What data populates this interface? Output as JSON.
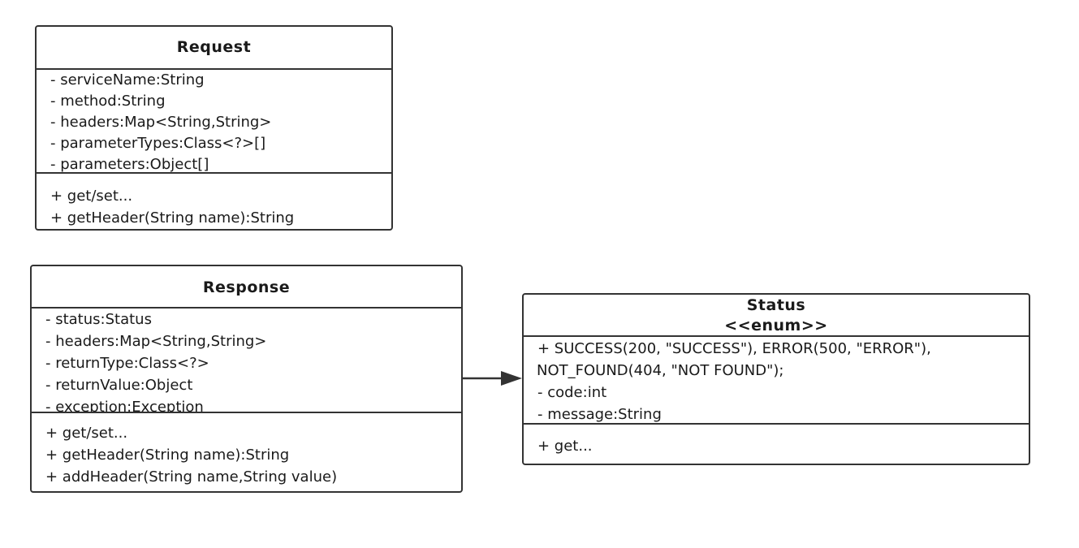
{
  "classes": {
    "request": {
      "name": "Request",
      "attributes": [
        "- serviceName:String",
        "- method:String",
        "- headers:Map<String,String>",
        "- parameterTypes:Class<?>[]",
        "- parameters:Object[]"
      ],
      "methods": [
        "+ get/set...",
        "+ getHeader(String name):String"
      ]
    },
    "response": {
      "name": "Response",
      "attributes": [
        "- status:Status",
        "- headers:Map<String,String>",
        "- returnType:Class<?>",
        "- returnValue:Object",
        "- exception:Exception"
      ],
      "methods": [
        "+ get/set...",
        "+ getHeader(String name):String",
        "+ addHeader(String name,String value)"
      ]
    },
    "status": {
      "name": "Status",
      "stereotype": "<<enum>>",
      "attributes": [
        "+ SUCCESS(200, \"SUCCESS\"), ERROR(500, \"ERROR\"),",
        "NOT_FOUND(404, \"NOT FOUND\");",
        "- code:int",
        "- message:String"
      ],
      "methods": [
        "+ get..."
      ]
    }
  },
  "relations": [
    {
      "from": "Response",
      "to": "Status",
      "type": "association"
    }
  ]
}
